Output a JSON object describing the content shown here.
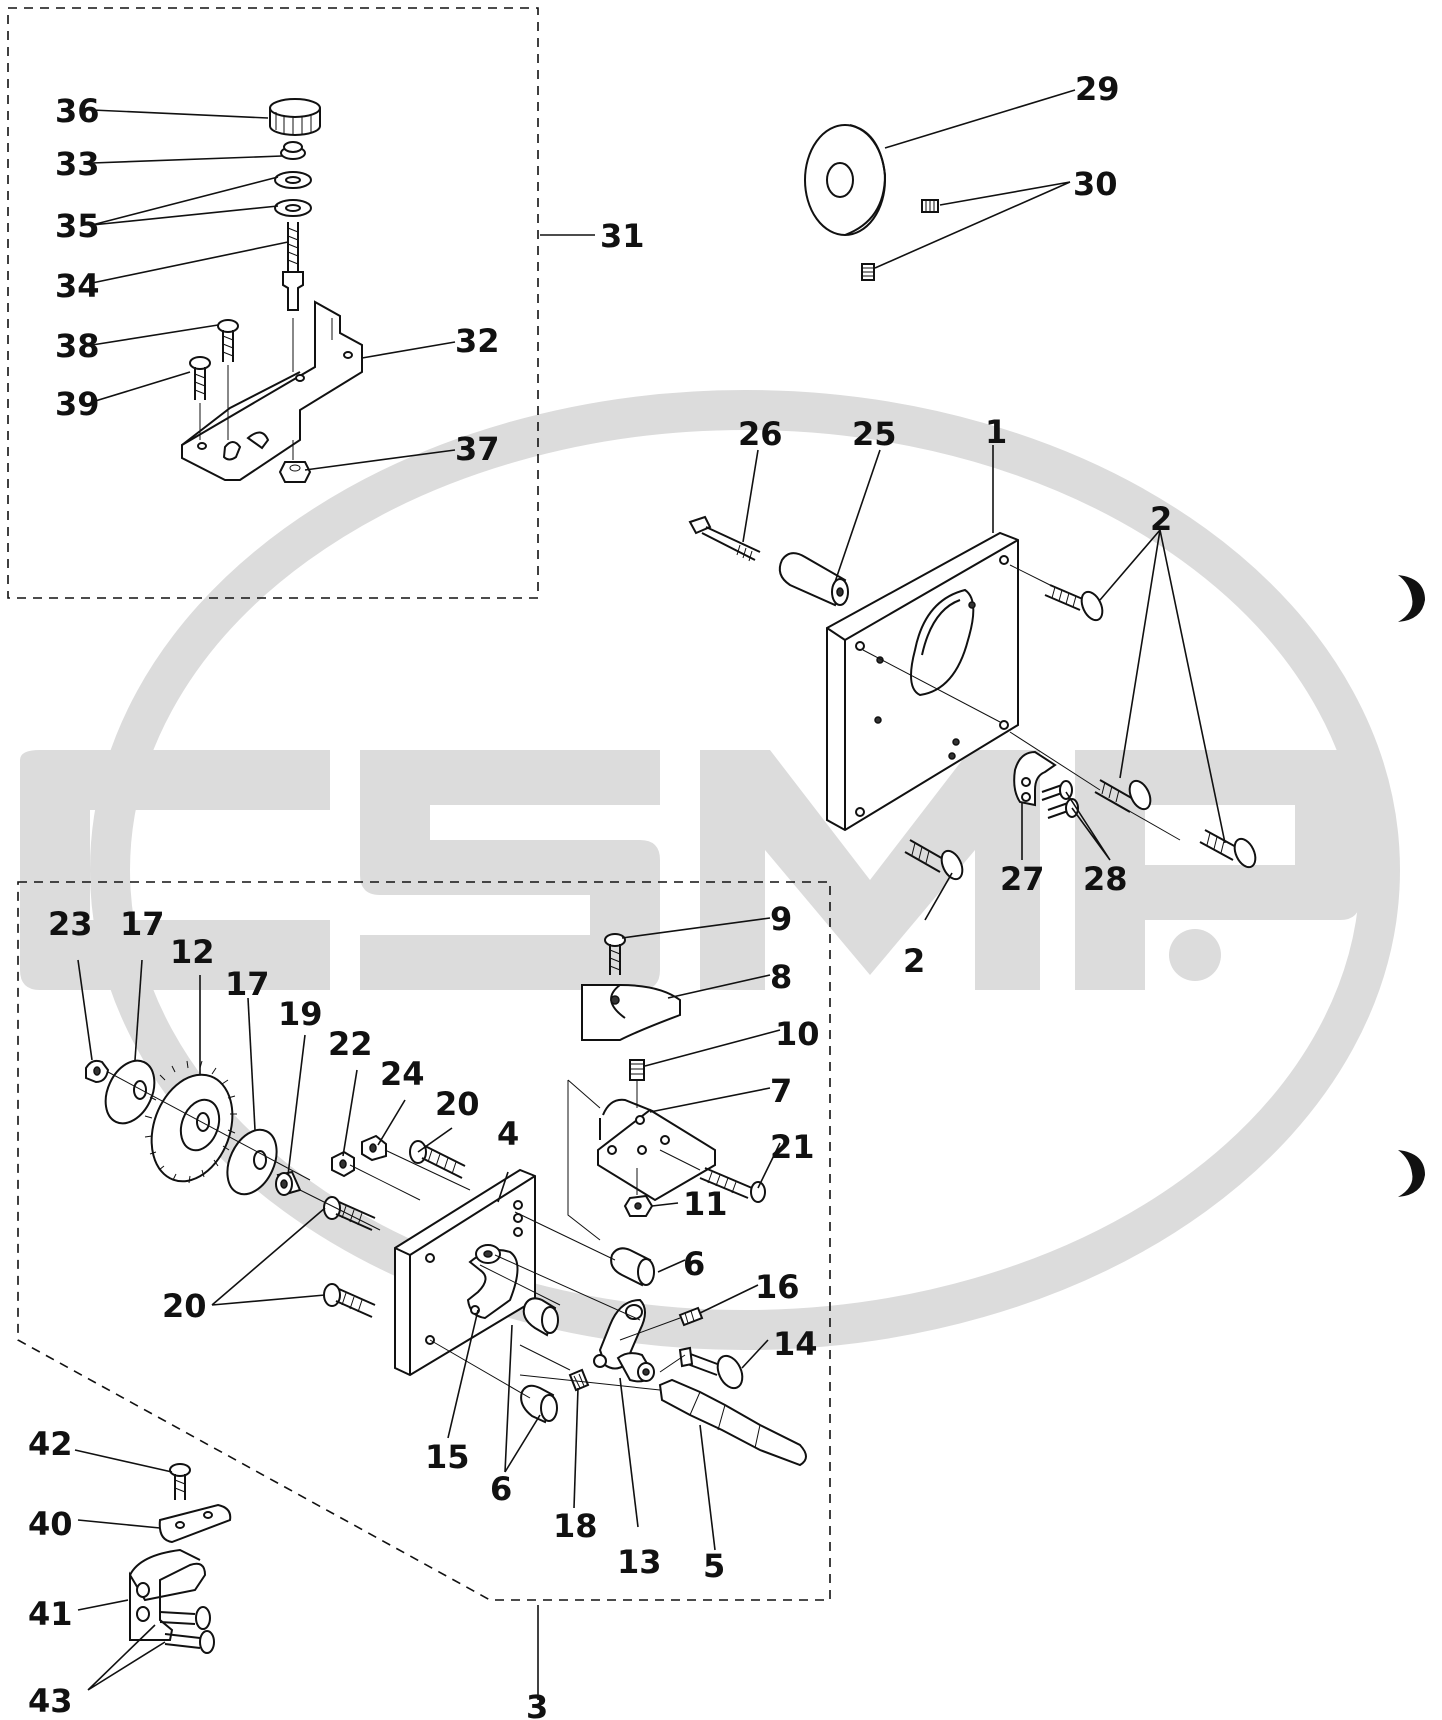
{
  "watermark": {
    "text": "CSMP",
    "color": "#dcdcdc"
  },
  "labels": {
    "l1": "1",
    "l2a": "2",
    "l2b": "2",
    "l3": "3",
    "l4": "4",
    "l5": "5",
    "l6a": "6",
    "l6b": "6",
    "l7": "7",
    "l8": "8",
    "l9": "9",
    "l10": "10",
    "l11": "11",
    "l12": "12",
    "l13": "13",
    "l14": "14",
    "l15": "15",
    "l16": "16",
    "l17a": "17",
    "l17b": "17",
    "l18": "18",
    "l19": "19",
    "l20a": "20",
    "l20b": "20",
    "l21": "21",
    "l22": "22",
    "l23": "23",
    "l24": "24",
    "l25": "25",
    "l26": "26",
    "l27": "27",
    "l28": "28",
    "l29": "29",
    "l30": "30",
    "l31": "31",
    "l32": "32",
    "l33": "33",
    "l34": "34",
    "l35": "35",
    "l36": "36",
    "l37": "37",
    "l38": "38",
    "l39": "39",
    "l40": "40",
    "l41": "41",
    "l42": "42",
    "l43": "43"
  }
}
